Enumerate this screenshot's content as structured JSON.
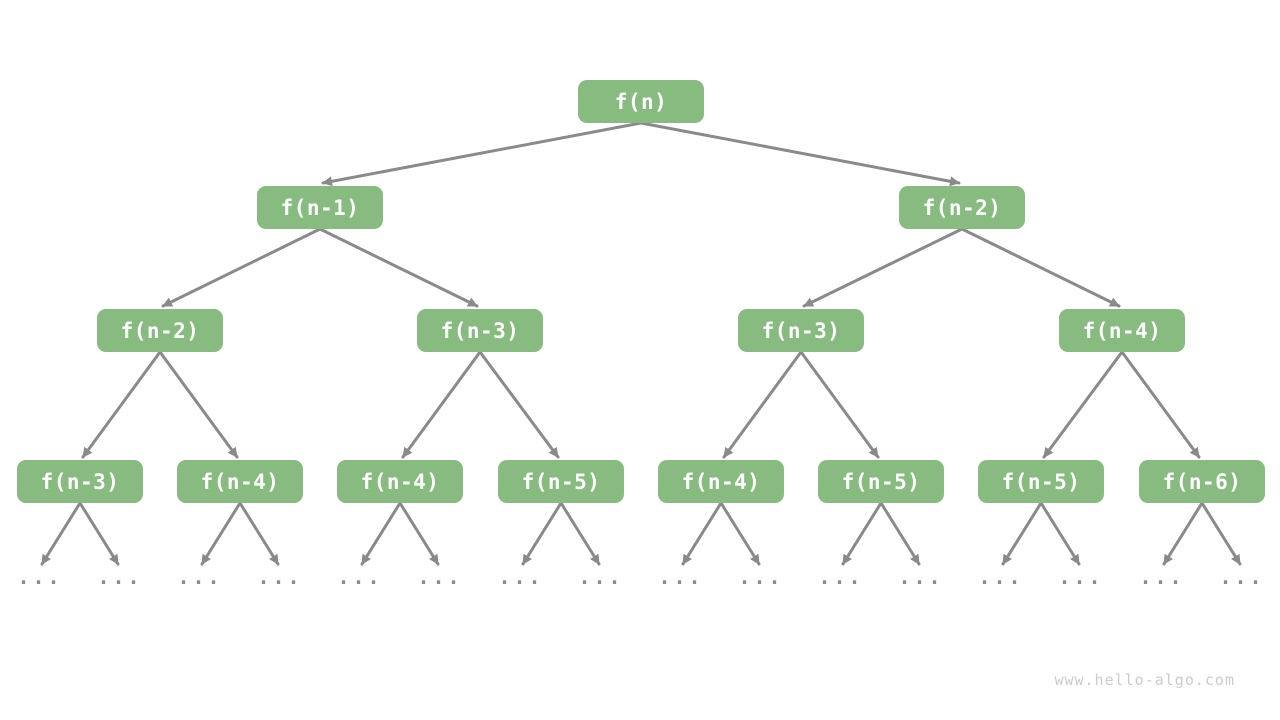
{
  "colors": {
    "node_fill": "#88BB80",
    "node_text": "#ffffff",
    "edge": "#8a8a8a",
    "ellipsis": "#8a8a8a",
    "watermark": "#cbcbcb",
    "background": "#ffffff"
  },
  "watermark": "www.hello-algo.com",
  "tree": {
    "type": "recursion-call-tree",
    "nodes": [
      {
        "level": 1,
        "label": "f(n)"
      },
      {
        "level": 2,
        "label": "f(n-1)"
      },
      {
        "level": 2,
        "label": "f(n-2)"
      },
      {
        "level": 3,
        "label": "f(n-2)"
      },
      {
        "level": 3,
        "label": "f(n-3)"
      },
      {
        "level": 3,
        "label": "f(n-3)"
      },
      {
        "level": 3,
        "label": "f(n-4)"
      },
      {
        "level": 4,
        "label": "f(n-3)"
      },
      {
        "level": 4,
        "label": "f(n-4)"
      },
      {
        "level": 4,
        "label": "f(n-4)"
      },
      {
        "level": 4,
        "label": "f(n-5)"
      },
      {
        "level": 4,
        "label": "f(n-4)"
      },
      {
        "level": 4,
        "label": "f(n-5)"
      },
      {
        "level": 4,
        "label": "f(n-5)"
      },
      {
        "level": 4,
        "label": "f(n-6)"
      }
    ],
    "leaves": [
      "...",
      "...",
      "...",
      "...",
      "...",
      "...",
      "...",
      "...",
      "...",
      "...",
      "...",
      "...",
      "...",
      "...",
      "...",
      "..."
    ]
  }
}
